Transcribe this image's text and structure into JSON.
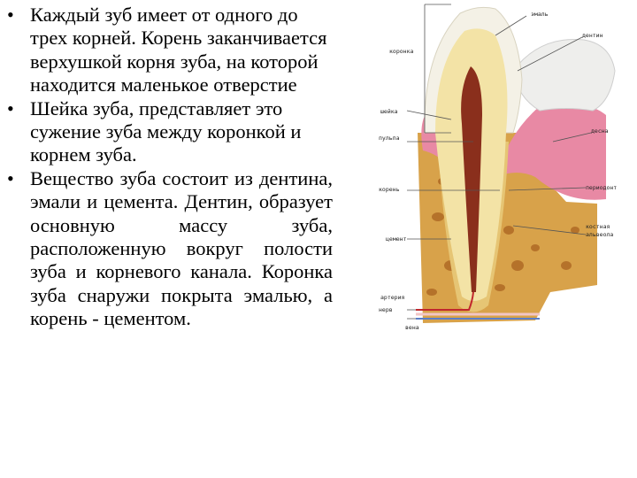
{
  "bullets": [
    {
      "text": "Каждый зуб имеет от одного до трех корней. Корень заканчивается верхушкой корня зуба, на которой находится маленькое отверстие"
    },
    {
      "text": "Шейка зуба, представляет это сужение зуба между коронкой и корнем зуба."
    },
    {
      "text": "Вещество зуба состоит из дентина, эмали и цемента. Дентин, образует основную массу зуба, расположенную вокруг полости зуба и корневого канала. Коронка зуба снаружи покрыта эмалью, а корень - цементом."
    }
  ],
  "bullet_symbol": "•",
  "figure": {
    "labels": {
      "enamel": "эмаль",
      "dentin": "дентин",
      "crown": "коронка",
      "neck": "шейка",
      "pulp": "пульпа",
      "gum": "десна",
      "root": "корень",
      "periodont": "периодонт",
      "cement": "цемент",
      "alveola_1": "костная",
      "alveola_2": "альвеола",
      "artery": "артерия",
      "nerve": "нерв",
      "vein": "вена"
    },
    "colors": {
      "enamel": "#f4f1e6",
      "dentin": "#f3e3a6",
      "pulp": "#8a2f1c",
      "gum": "#e889a4",
      "bone": "#d8a24a",
      "cement": "#e6c574"
    }
  }
}
